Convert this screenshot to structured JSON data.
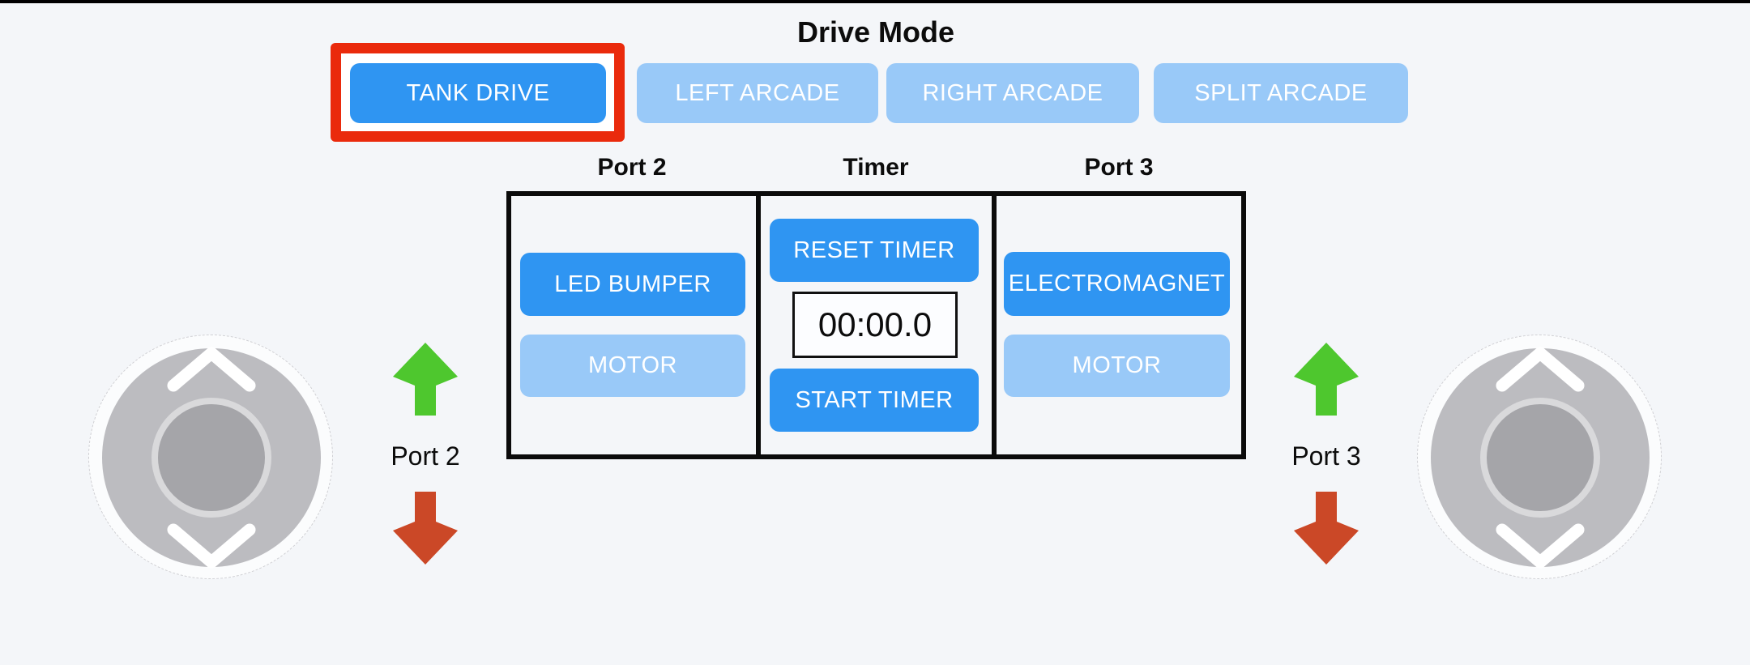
{
  "title": "Drive Mode",
  "drive_modes": {
    "tank": {
      "label": "TANK DRIVE",
      "selected": true
    },
    "left": {
      "label": "LEFT ARCADE",
      "selected": false
    },
    "right": {
      "label": "RIGHT ARCADE",
      "selected": false
    },
    "split": {
      "label": "SPLIT ARCADE",
      "selected": false
    }
  },
  "headers": {
    "port2": "Port 2",
    "timer": "Timer",
    "port3": "Port 3"
  },
  "port2_section": {
    "led_bumper_label": "LED BUMPER",
    "motor_label": "MOTOR"
  },
  "timer_section": {
    "reset_label": "RESET TIMER",
    "display_value": "00:00.0",
    "start_label": "START TIMER"
  },
  "port3_section": {
    "electromagnet_label": "ELECTROMAGNET",
    "motor_label": "MOTOR"
  },
  "sides": {
    "left": {
      "port_label": "Port 2"
    },
    "right": {
      "port_label": "Port 3"
    }
  },
  "colors": {
    "background": "#f4f6f9",
    "button_active_blue": "#2f95f2",
    "button_inactive_blue": "#99c9f8",
    "highlight_red": "#ea2a0c",
    "arrow_green": "#4ec72e",
    "arrow_red": "#cb4827",
    "panel_border": "#0b0b0b",
    "joystick_base_gray": "#bcbcc0",
    "joystick_knob_gray": "#a5a5a9"
  }
}
